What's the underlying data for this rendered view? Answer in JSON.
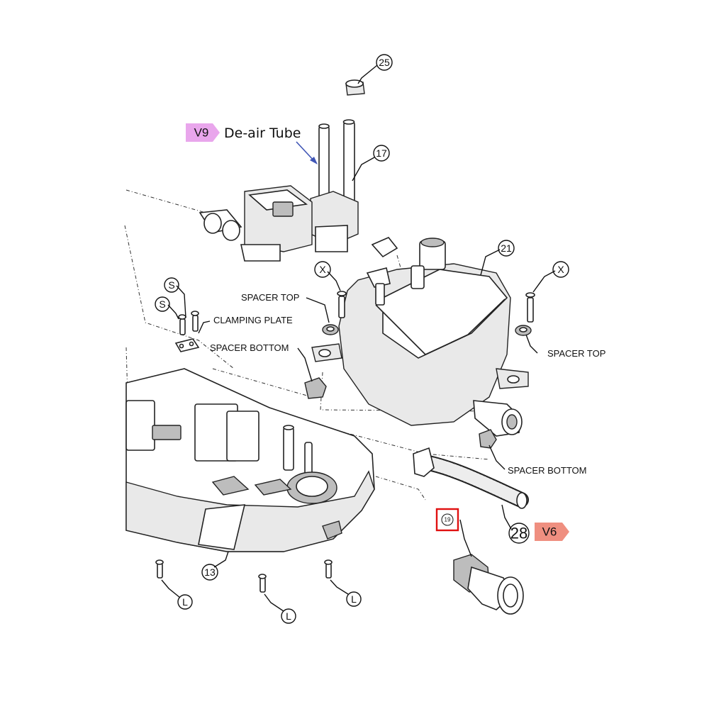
{
  "labels": {
    "deair_tube": "De-air Tube",
    "spacer_top_left": "SPACER TOP",
    "spacer_top_right": "SPACER TOP",
    "clamping_plate": "CLAMPING PLATE",
    "spacer_bottom_left": "SPACER BOTTOM",
    "spacer_bottom_right": "SPACER BOTTOM"
  },
  "tags": {
    "v9": "V9",
    "v6": "V6"
  },
  "callouts": {
    "p25": "25",
    "p17": "17",
    "p21": "21",
    "x_left": "X",
    "x_right": "X",
    "s_top": "S",
    "s_bottom": "S",
    "p13": "13",
    "p19": "19",
    "p28": "28",
    "l_1": "L",
    "l_2": "L",
    "l_3": "L"
  },
  "colors": {
    "v9_tag": "#e9a6ec",
    "v6_tag": "#ef8f80",
    "deair_arrow": "#3f55b5",
    "highlight_box": "#e01010"
  }
}
